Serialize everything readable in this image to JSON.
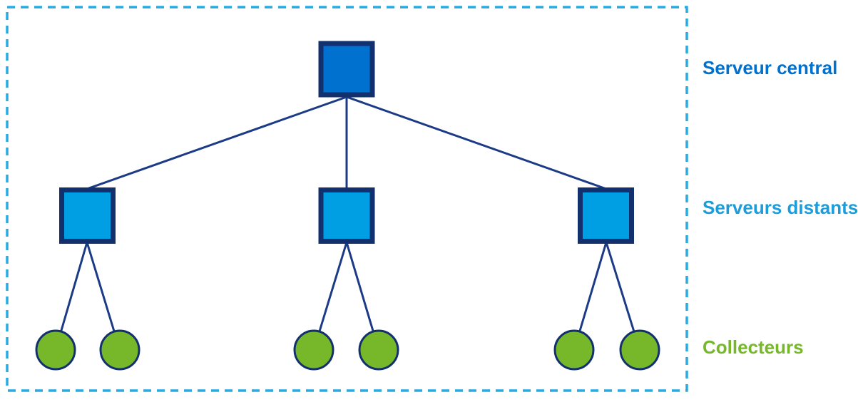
{
  "diagram": {
    "labels": {
      "central": "Serveur central",
      "distant": "Serveurs distants",
      "collectors": "Collecteurs"
    },
    "topology": {
      "central_servers": 1,
      "distant_servers": 3,
      "collectors_per_distant_server": 2,
      "total_collectors": 6
    }
  },
  "colors": {
    "background": "#ffffff",
    "central-fill": "#0071ce",
    "distant-fill": "#009fe3",
    "collector-fill": "#76b82a",
    "node-stroke": "#13306e",
    "connector": "#1c3b86",
    "frame": "#29abe2",
    "label-central": "#0071ce",
    "label-distant": "#1b9ddb",
    "label-collectors": "#76b82a"
  }
}
